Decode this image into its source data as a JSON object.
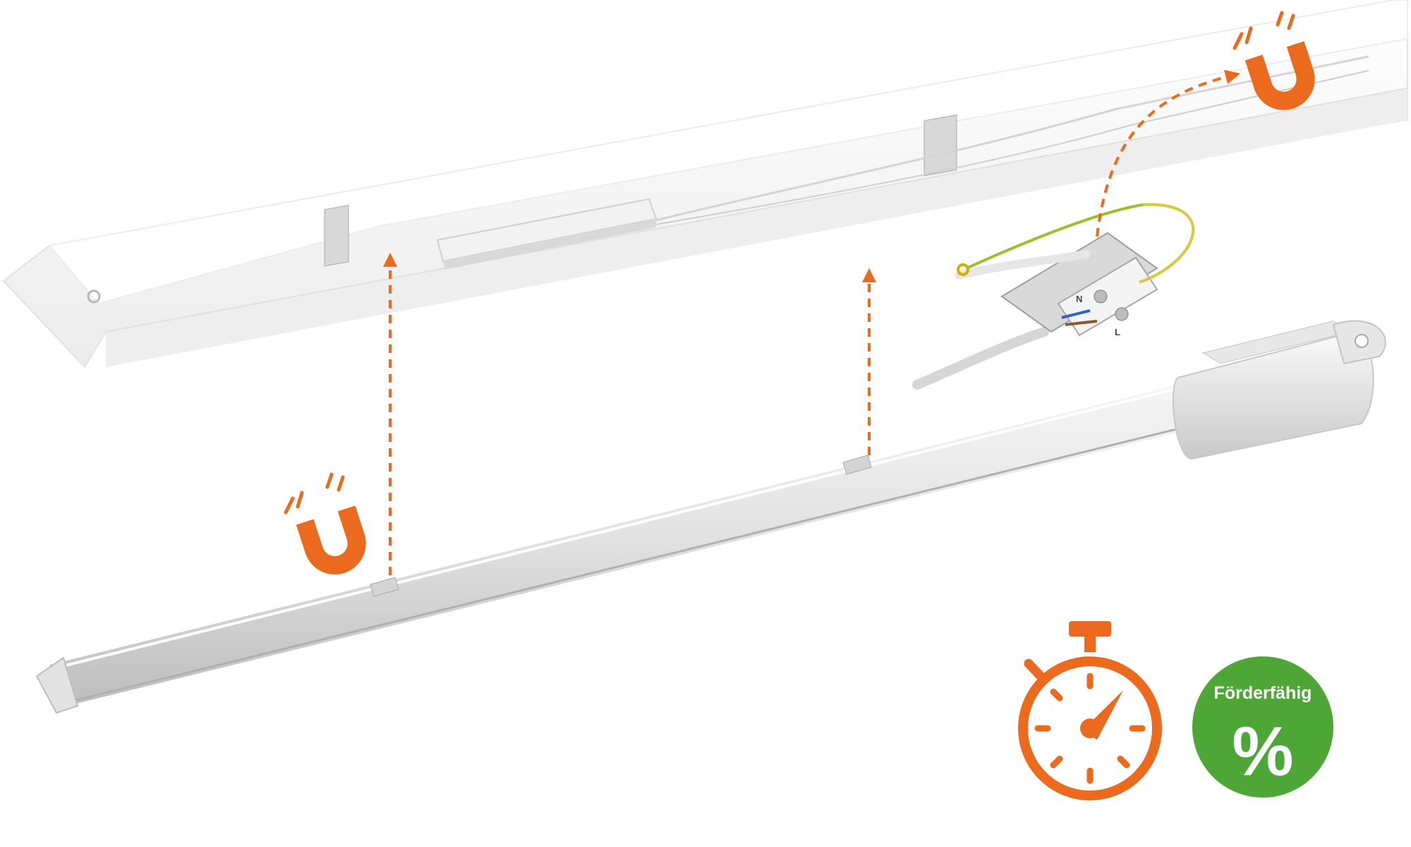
{
  "badge": {
    "label": "Förderfähig",
    "symbol": "%"
  },
  "terminal": {
    "n_label": "N",
    "l_label": "L"
  },
  "colors": {
    "accent_orange": "#ec6a1d",
    "badge_green": "#4ea637",
    "fixture_white": "#f4f4f4",
    "tube_grey": "#dcdcdc",
    "wire_green_yellow": "#9cbf2a"
  },
  "icons": {
    "magnet_top_right": "magnet-icon",
    "magnet_left": "magnet-icon",
    "timer": "stopwatch-icon",
    "funding": "percent-badge-icon"
  }
}
